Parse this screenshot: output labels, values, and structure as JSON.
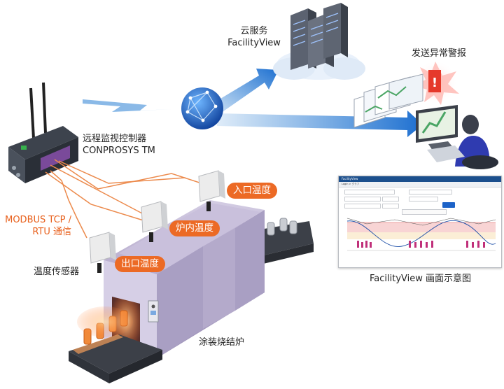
{
  "labels": {
    "cloud": "云服务",
    "cloud_product": "FacilityView",
    "alert": "发送异常警报",
    "controller": "远程监视控制器",
    "controller_product": "CONPROSYS TM",
    "protocol_line1": "MODBUS TCP /",
    "protocol_line2": "RTU 通信",
    "sensor": "温度传感器",
    "furnace": "涂装烧结炉",
    "screenshot_caption": "FacilityView 画面示意图"
  },
  "sensor_tags": {
    "inlet": "入口温度",
    "inside": "炉内温度",
    "outlet": "出口温度"
  },
  "screenshot": {
    "title": "FacilityView",
    "nav": "Login > グラフ"
  },
  "colors": {
    "accent_orange": "#ec6a25",
    "arrow_blue": "#2a7fd4",
    "furnace_body": "#b3a9c9",
    "alert_red": "#e5392b"
  }
}
